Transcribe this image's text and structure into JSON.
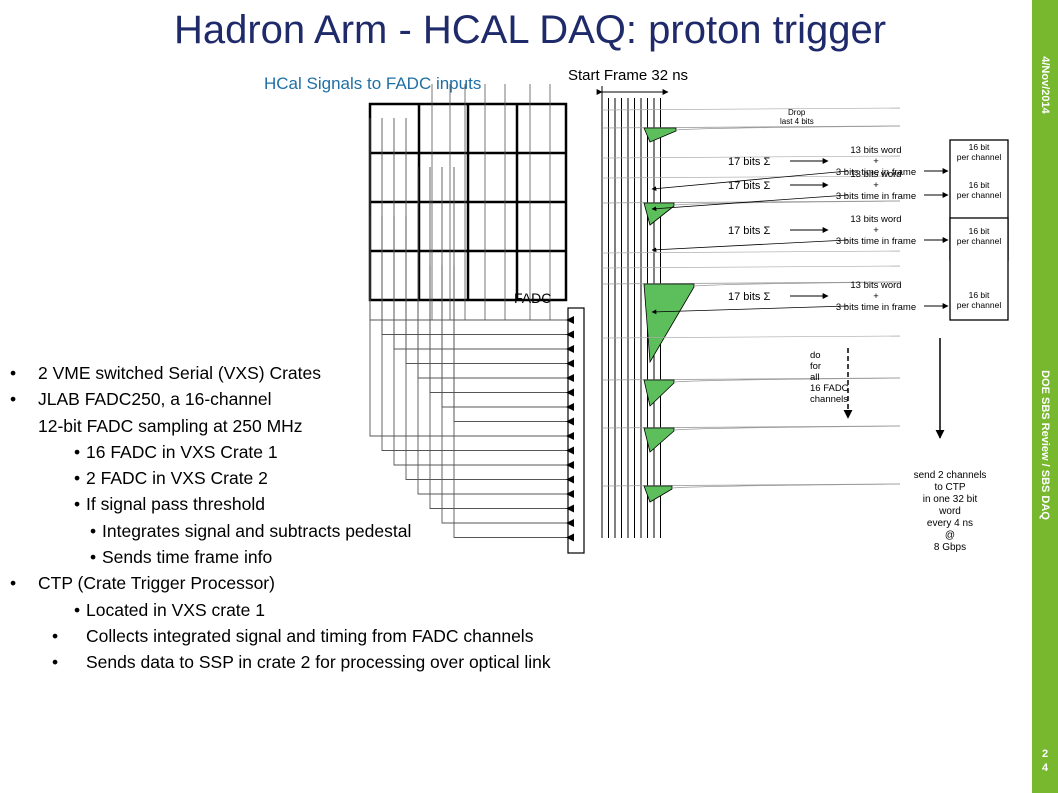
{
  "slide": {
    "title": "Hadron Arm - HCAL DAQ: proton trigger",
    "subtitle": "HCal Signals to FADC inputs",
    "sidebar_date": "4/Nov/2014",
    "sidebar_label": "DOE SBS Review / SBS DAQ",
    "page_number": "24",
    "accent_color": "#77b82e",
    "title_color": "#1f2a6b"
  },
  "diagram": {
    "fadc_label": "FADC",
    "start_frame_label": "Start Frame 32 ns",
    "drop_label_line1": "Drop",
    "drop_label_line2": "last 4 bits",
    "sum_label": "17 bits Σ",
    "word_line1": "13 bits word",
    "word_line2": "+",
    "word_line3": "3 bits time in frame",
    "box_line1": "16 bit",
    "box_line2": "per channel",
    "do_label": [
      "do",
      "for",
      "all",
      "16 FADC",
      "channels"
    ],
    "send_label": [
      "send 2 channels",
      "to CTP",
      "in one 32 bit",
      "word",
      "every 4 ns",
      "@",
      "8 Gbps"
    ]
  },
  "bullets": [
    {
      "level": 1,
      "text": "2 VME switched Serial (VXS) Crates"
    },
    {
      "level": 1,
      "text": "JLAB FADC250, a 16-channel"
    },
    {
      "level": 1,
      "cont": true,
      "text": "12-bit FADC sampling at 250 MHz"
    },
    {
      "level": 2,
      "text": "16 FADC in VXS Crate 1"
    },
    {
      "level": 2,
      "text": "2 FADC in VXS Crate 2"
    },
    {
      "level": 2,
      "text": "If signal pass threshold"
    },
    {
      "level": 3,
      "text": "Integrates signal and subtracts pedestal"
    },
    {
      "level": 3,
      "text": "Sends time frame info"
    },
    {
      "level": 1,
      "text": "CTP (Crate Trigger Processor)"
    },
    {
      "level": 2,
      "text": "Located in VXS crate 1"
    },
    {
      "level": 2,
      "text": "Collects integrated signal and timing from FADC channels"
    },
    {
      "level": 2,
      "text": "Sends data to SSP in crate 2  for  processing over optical link"
    }
  ]
}
